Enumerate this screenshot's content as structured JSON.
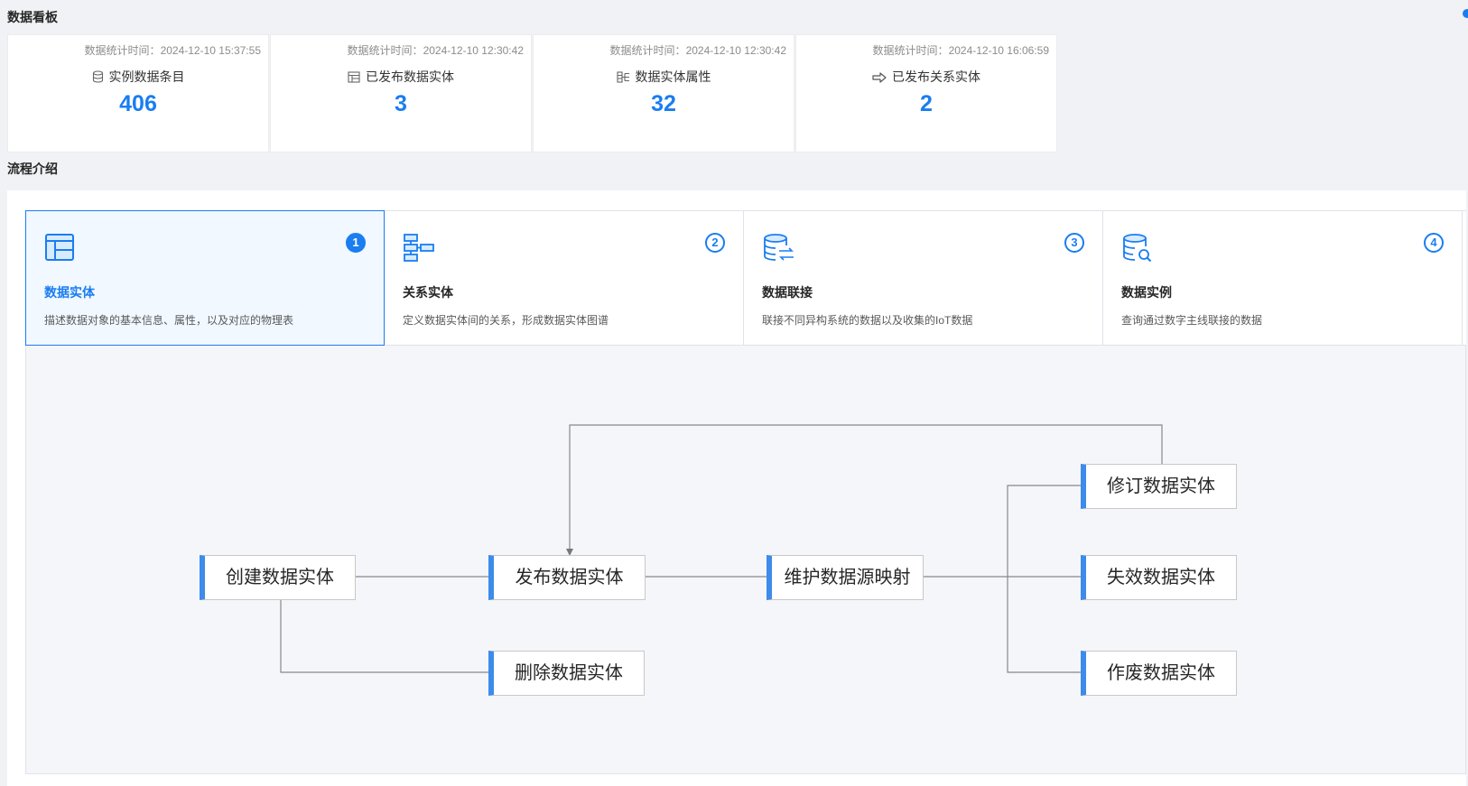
{
  "dashboard": {
    "title": "数据看板",
    "cards": [
      {
        "time_label": "数据统计时间：",
        "time": "2024-12-10 15:37:55",
        "label": "实例数据条目",
        "value": "406",
        "icon": "database-icon"
      },
      {
        "time_label": "数据统计时间：",
        "time": "2024-12-10 12:30:42",
        "label": "已发布数据实体",
        "value": "3",
        "icon": "table-icon"
      },
      {
        "time_label": "数据统计时间：",
        "time": "2024-12-10 12:30:42",
        "label": "数据实体属性",
        "value": "32",
        "icon": "attribute-icon"
      },
      {
        "time_label": "数据统计时间：",
        "time": "2024-12-10 16:06:59",
        "label": "已发布关系实体",
        "value": "2",
        "icon": "arrow-right-icon"
      }
    ]
  },
  "process": {
    "title": "流程介绍",
    "steps": [
      {
        "num": "1",
        "title": "数据实体",
        "desc": "描述数据对象的基本信息、属性，以及对应的物理表",
        "icon": "entity-table-icon",
        "active": true
      },
      {
        "num": "2",
        "title": "关系实体",
        "desc": "定义数据实体间的关系，形成数据实体图谱",
        "icon": "relation-tree-icon",
        "active": false
      },
      {
        "num": "3",
        "title": "数据联接",
        "desc": "联接不同异构系统的数据以及收集的IoT数据",
        "icon": "database-link-icon",
        "active": false
      },
      {
        "num": "4",
        "title": "数据实例",
        "desc": "查询通过数字主线联接的数据",
        "icon": "database-search-icon",
        "active": false
      }
    ],
    "flow": {
      "create": "创建数据实体",
      "publish": "发布数据实体",
      "delete": "删除数据实体",
      "maintain": "维护数据源映射",
      "revise": "修订数据实体",
      "invalidate": "失效数据实体",
      "void": "作废数据实体"
    }
  },
  "colors": {
    "accent": "#1a7df0",
    "node_bar": "#3d8bea",
    "diagram_bg": "#f5f6f9"
  }
}
